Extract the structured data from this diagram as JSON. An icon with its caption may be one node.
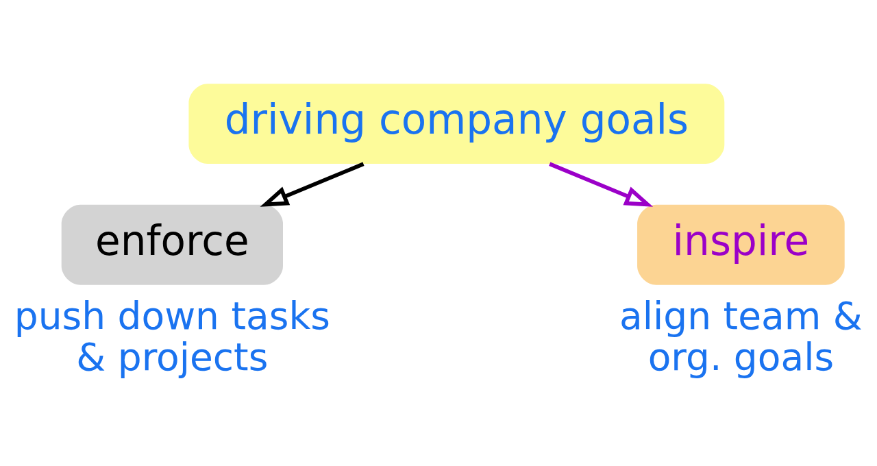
{
  "diagram": {
    "nodes": [
      {
        "text": [
          "driving company goals"
        ]
      },
      {
        "text": [
          "enforce"
        ],
        "beside": [
          "push down tasks & projects"
        ]
      },
      {
        "text": [
          "inspire"
        ],
        "beside": [
          "align team & org. goals"
        ]
      }
    ],
    "edges": [
      {
        "from": 0,
        "to": 1,
        "arrow": "to",
        "color": "#000000"
      },
      {
        "from": 0,
        "to": 2,
        "arrow": "to",
        "color": "#9b00c8"
      }
    ]
  }
}
